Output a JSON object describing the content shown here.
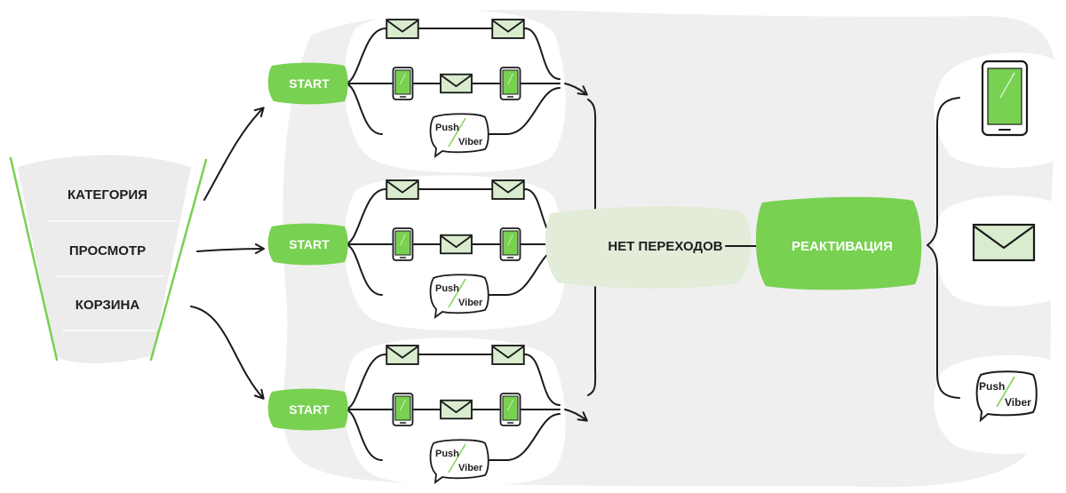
{
  "funnel": {
    "items": [
      "КАТЕГОРИЯ",
      "ПРОСМОТР",
      "КОРЗИНА"
    ]
  },
  "flows": [
    {
      "start_label": "START",
      "bubble_top": "Push",
      "bubble_bottom": "Viber"
    },
    {
      "start_label": "START",
      "bubble_top": "Push",
      "bubble_bottom": "Viber"
    },
    {
      "start_label": "START",
      "bubble_top": "Push",
      "bubble_bottom": "Viber"
    }
  ],
  "no_transitions_label": "НЕТ ПЕРЕХОДОВ",
  "reactivation_label": "РЕАКТИВАЦИЯ",
  "channels": {
    "bubble_top": "Push",
    "bubble_bottom": "Viber"
  },
  "colors": {
    "green": "#78d151",
    "light_green": "#e2ecd8",
    "bg_gray": "#efefef",
    "envelope_fill": "#d9ecce",
    "stroke": "#1a1a1a"
  }
}
